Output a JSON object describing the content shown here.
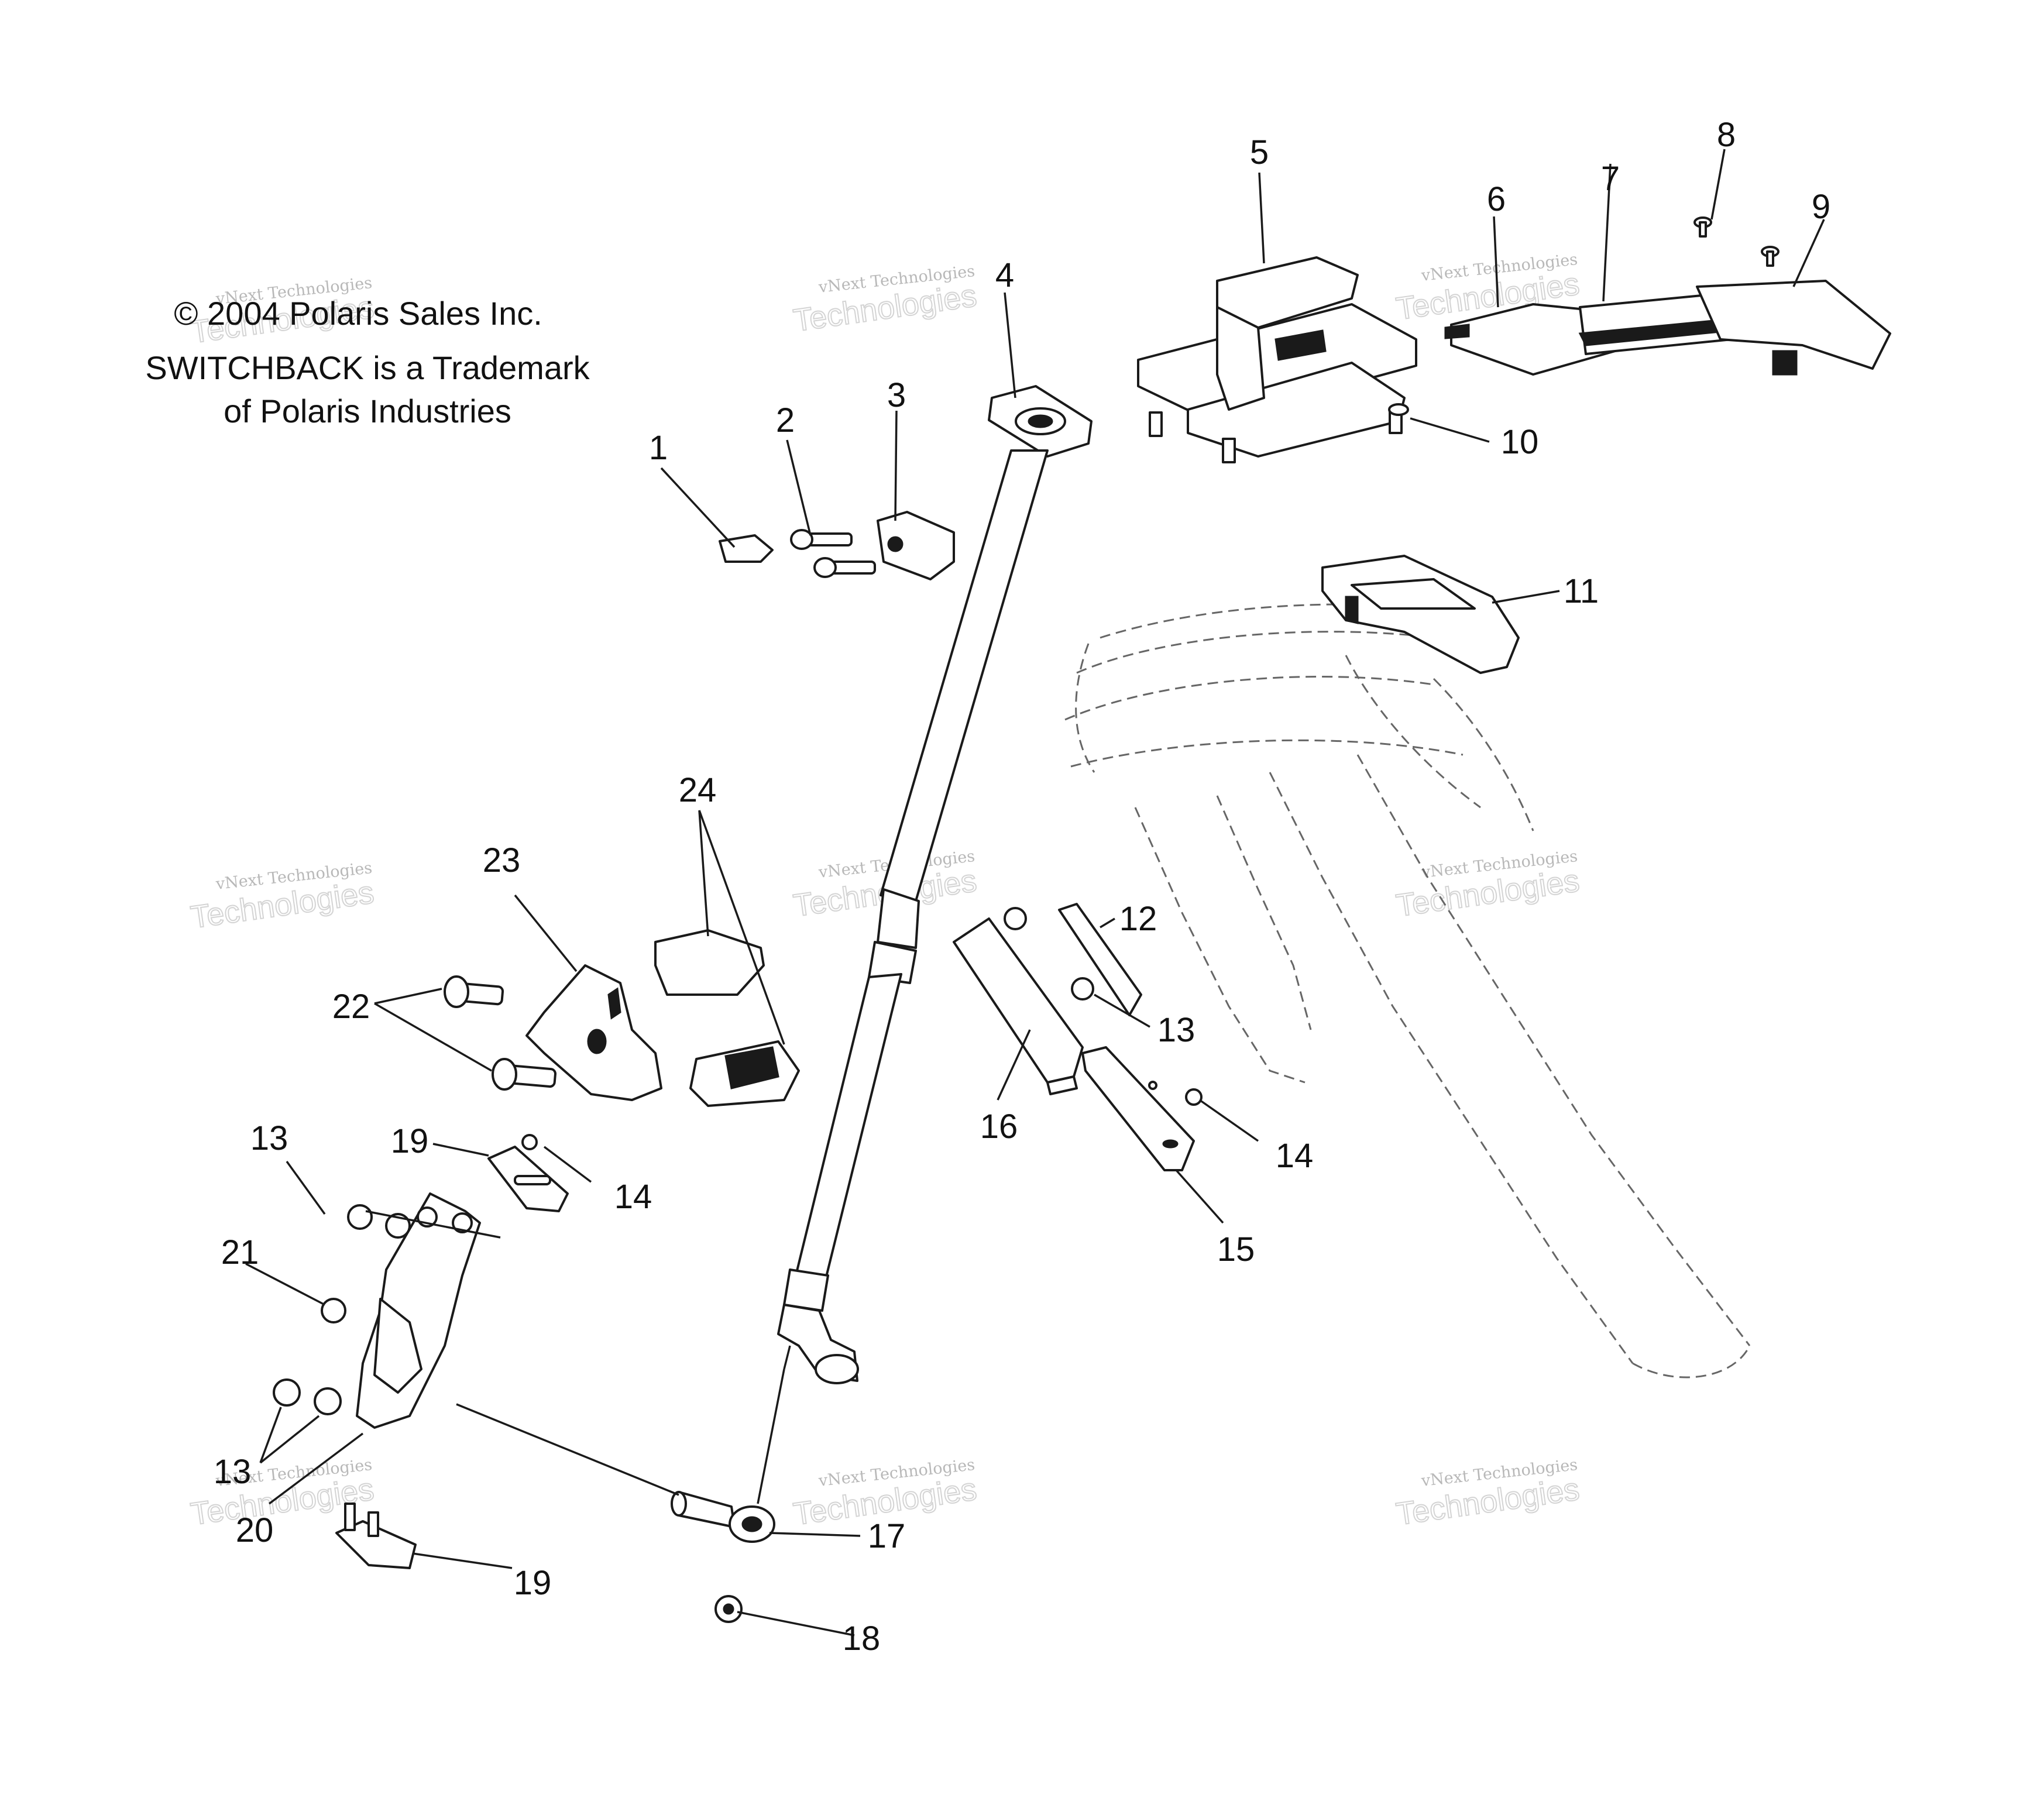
{
  "caption": {
    "line1": "© 2004 Polaris Sales Inc.",
    "line2": "SWITCHBACK is a Trademark",
    "line3": "of Polaris Industries"
  },
  "watermark": {
    "small": "vNext Technologies",
    "large": "Technologies",
    "tilted": "vNext"
  },
  "callouts": {
    "c1": "1",
    "c2": "2",
    "c3": "3",
    "c4": "4",
    "c5": "5",
    "c6": "6",
    "c7": "7",
    "c8": "8",
    "c9": "9",
    "c10": "10",
    "c11": "11",
    "c12": "12",
    "c13a": "13",
    "c13b": "13",
    "c13c": "13",
    "c14a": "14",
    "c14b": "14",
    "c15": "15",
    "c16": "16",
    "c17": "17",
    "c18": "18",
    "c19a": "19",
    "c19b": "19",
    "c20": "20",
    "c21": "21",
    "c22": "22",
    "c23": "23",
    "c24": "24"
  }
}
